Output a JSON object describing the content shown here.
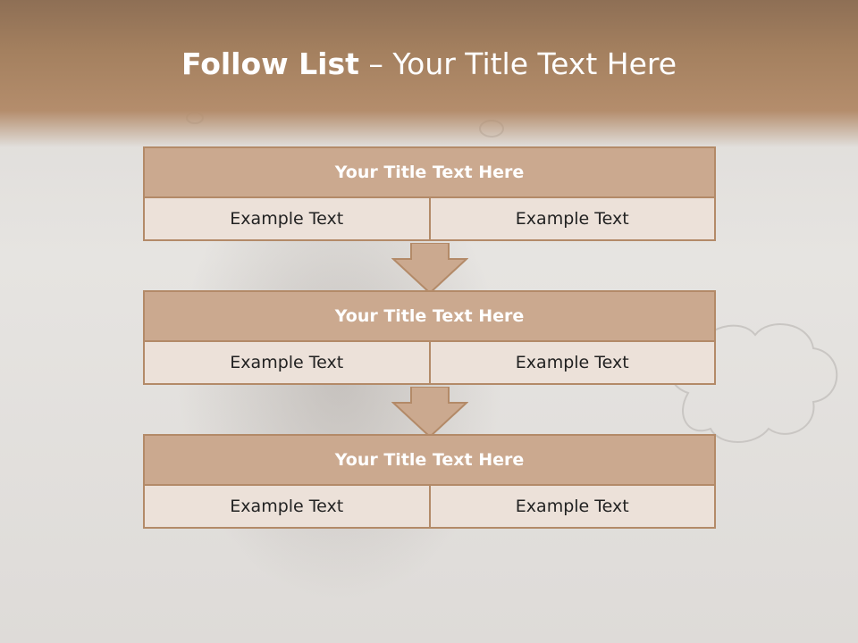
{
  "slide": {
    "title_bold": "Follow List",
    "title_rest": " – Your Title Text Here"
  },
  "blocks": [
    {
      "title": "Your Title Text Here",
      "left": "Example Text",
      "right": "Example Text"
    },
    {
      "title": "Your Title Text Here",
      "left": "Example Text",
      "right": "Example Text"
    },
    {
      "title": "Your Title Text Here",
      "left": "Example Text",
      "right": "Example Text"
    }
  ],
  "colors": {
    "header_brown": "#a4805f",
    "box_title_fill": "#cba98f",
    "box_cell_fill": "#ece1d9",
    "border": "#b38a68"
  }
}
